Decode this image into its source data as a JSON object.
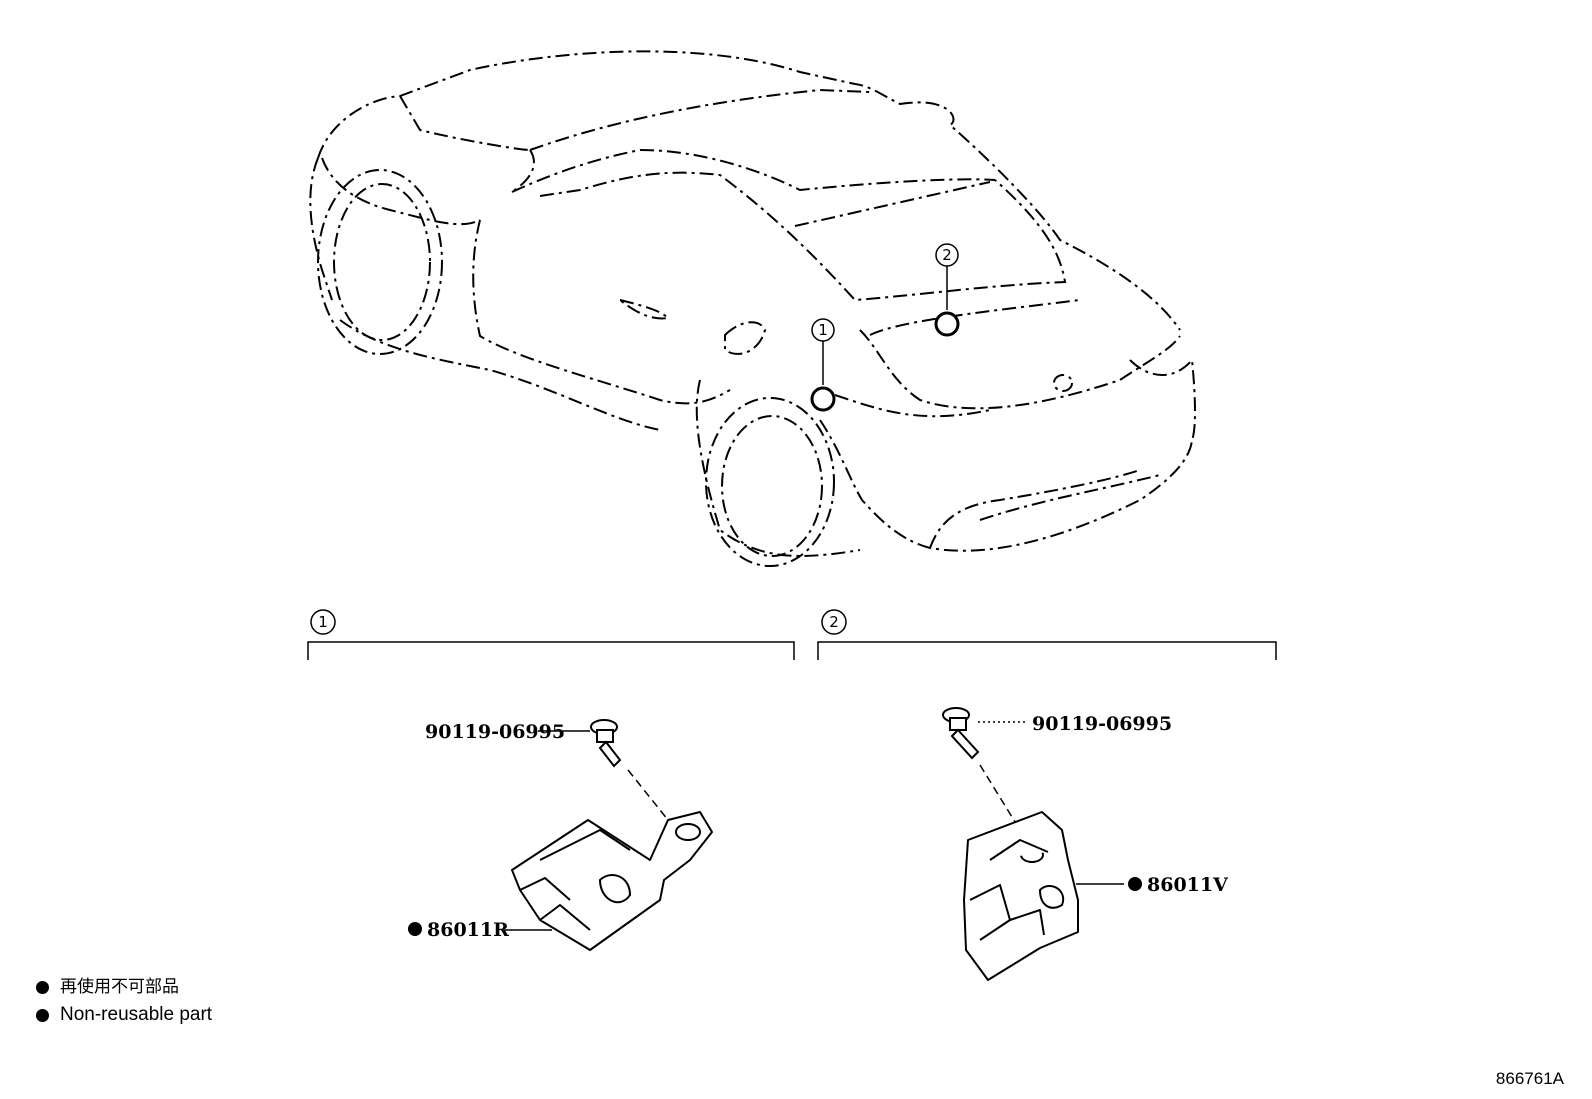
{
  "diagram": {
    "callouts": [
      {
        "id": "1",
        "label": "1"
      },
      {
        "id": "2",
        "label": "2"
      }
    ],
    "groups": [
      {
        "group": "1",
        "parts": [
          {
            "number": "90119-06995",
            "non_reusable": false
          },
          {
            "number": "86011R",
            "non_reusable": true
          }
        ]
      },
      {
        "group": "2",
        "parts": [
          {
            "number": "90119-06995",
            "non_reusable": false
          },
          {
            "number": "86011V",
            "non_reusable": true
          }
        ]
      }
    ]
  },
  "legend": {
    "items": [
      {
        "symbol": "filled-circle-icon",
        "text": "再使用不可部品"
      },
      {
        "symbol": "filled-circle-icon",
        "text": "Non-reusable part"
      }
    ]
  },
  "illustration_code": "866761A"
}
